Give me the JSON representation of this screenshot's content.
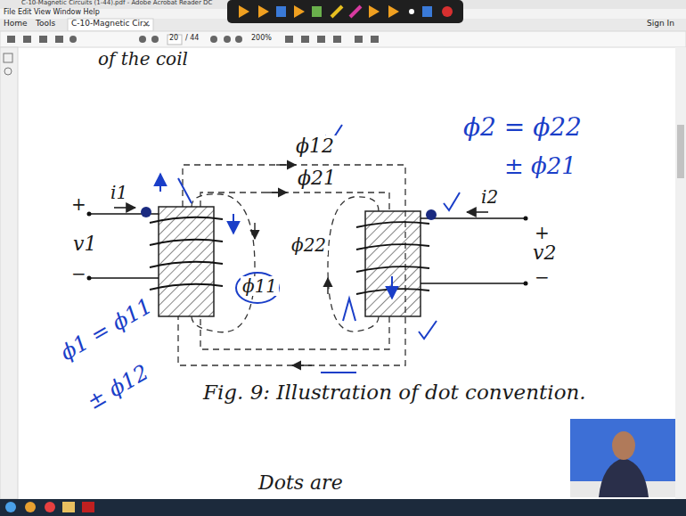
{
  "diagram": {
    "caption": "Fig. 9: Illustration of dot convention.",
    "labels": [
      "C-10-Magnetic Circuits (1-44).pdf - Adobe Acrobat Reader DC",
      "File Edit View Window Help",
      "Home",
      "Tools",
      "C-10-Magnetic Cir...",
      "×",
      "Sign In",
      "20",
      "/ 44",
      "200%",
      "of the coil",
      "ϕ12",
      "ϕ21",
      "ϕ11",
      "ϕ22",
      "i1",
      "i2",
      "+",
      "v1",
      "−",
      "+",
      "v2",
      "−",
      "ϕ2 = ϕ22",
      "± ϕ21",
      "ϕ1 = ϕ11",
      "± ϕ12",
      "Dots are"
    ]
  }
}
